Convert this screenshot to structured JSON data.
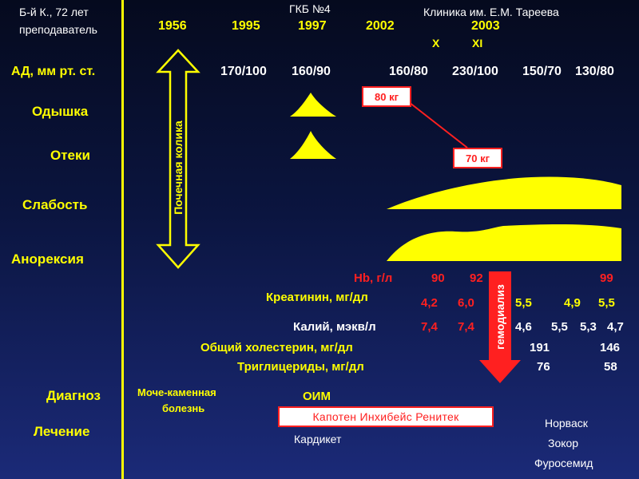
{
  "patient": {
    "line1": "Б-й К., 72 лет",
    "line2": "преподаватель"
  },
  "hospitals": {
    "gkb": "ГКБ №4",
    "clinic": "Клиника им. Е.М. Тареева"
  },
  "years": [
    "1956",
    "1995",
    "1997",
    "2002",
    "2003"
  ],
  "months": [
    "X",
    "XI"
  ],
  "row_labels": {
    "bp": "АД, мм рт. ст.",
    "dyspnea": "Одышка",
    "edema": "Отеки",
    "weakness": "Слабость",
    "anorexia": "Анорексия",
    "diagnosis": "Диагноз",
    "treatment": "Лечение"
  },
  "bp_values": [
    "170/100",
    "160/90",
    "160/80",
    "230/100",
    "150/70",
    "130/80"
  ],
  "weights": {
    "w1": "80 кг",
    "w2": "70 кг"
  },
  "vertical_labels": {
    "colic": "Почечная колика",
    "dialysis": "гемодиализ"
  },
  "labs": {
    "hb": {
      "label": "Hb, г/л",
      "values": [
        "90",
        "92",
        "99"
      ]
    },
    "creatinine": {
      "label": "Креатинин, мг/дл",
      "red": [
        "4,2",
        "6,0"
      ],
      "after": [
        "5,5",
        "4,9",
        "5,5"
      ]
    },
    "potassium": {
      "label": "Калий, мэкв/л",
      "red": [
        "7,4",
        "7,4"
      ],
      "after": [
        "4,6",
        "5,5",
        "5,3",
        "4,7"
      ]
    },
    "cholesterol": {
      "label": "Общий холестерин, мг/дл",
      "values": [
        "191",
        "146"
      ]
    },
    "triglycerides": {
      "label": "Триглицериды, мг/дл",
      "values": [
        "76",
        "58"
      ]
    }
  },
  "diagnosis": {
    "d1a": "Моче-каменная",
    "d1b": "болезнь",
    "d2": "ОИМ"
  },
  "treatment": {
    "box": "Капотен Инхибейс Ренитек",
    "t2": "Кардикет",
    "t3": [
      "Норваск",
      "Зокор",
      "Фуросемид"
    ]
  },
  "colors": {
    "yellow": "#ffff00",
    "red": "#ff2020",
    "white": "#ffffff"
  }
}
